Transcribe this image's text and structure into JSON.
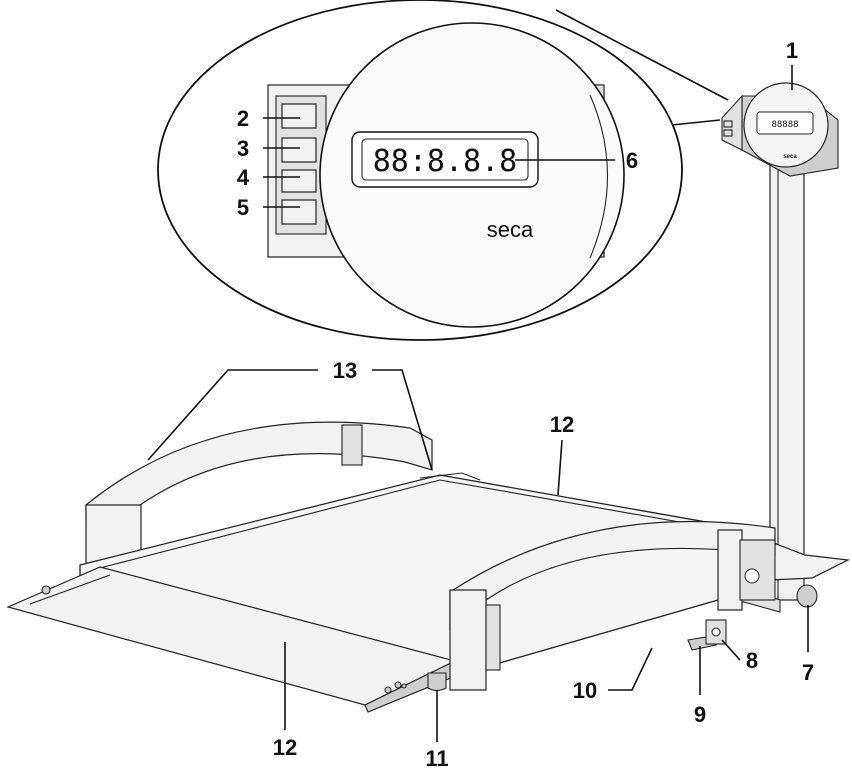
{
  "diagram": {
    "callouts": {
      "c1": "1",
      "c2": "2",
      "c3": "3",
      "c4": "4",
      "c5": "5",
      "c6": "6",
      "c7": "7",
      "c8": "8",
      "c9": "9",
      "c10": "10",
      "c11": "11",
      "c12_top": "12",
      "c12_bottom": "12",
      "c13": "13"
    },
    "display": {
      "brand": "seca",
      "readout": "88:8.8.8",
      "small_readout": "88888"
    }
  }
}
